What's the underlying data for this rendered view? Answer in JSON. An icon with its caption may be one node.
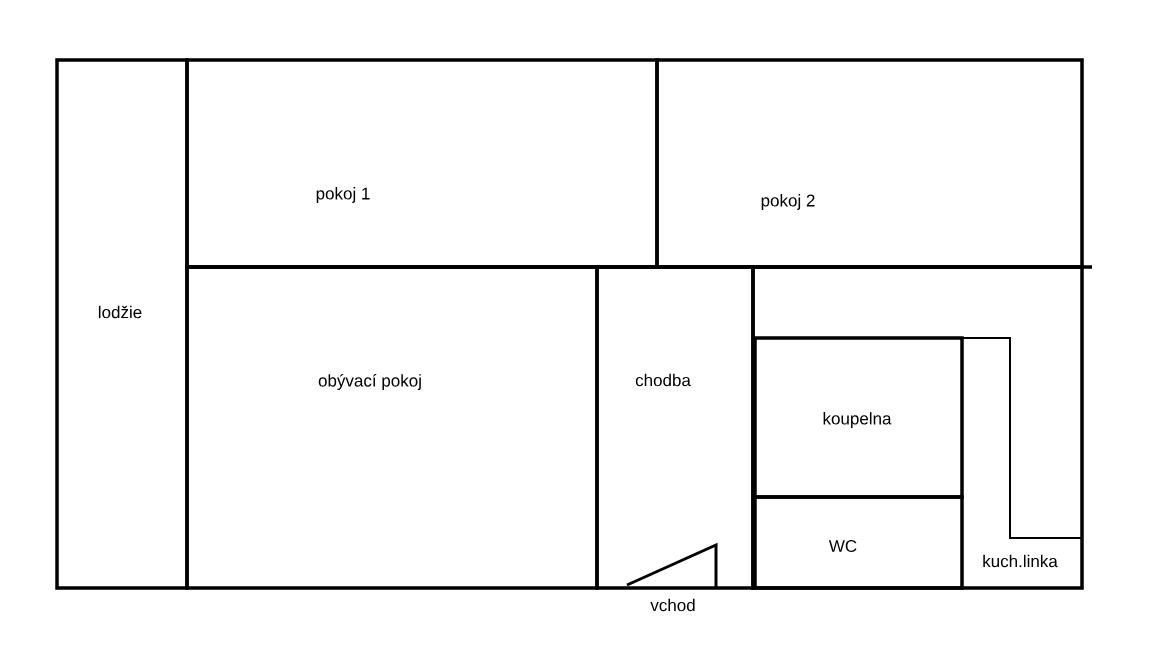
{
  "diagram": {
    "nodes": [
      {
        "text": [
          "lodžie"
        ]
      },
      {
        "text": [
          "pokoj 1"
        ]
      },
      {
        "text": [
          "pokoj 2"
        ]
      },
      {
        "text": [
          "obývací pokoj"
        ]
      },
      {
        "text": [
          "chodba"
        ]
      },
      {
        "text": [
          "koupelna"
        ]
      },
      {
        "text": [
          "WC"
        ]
      },
      {
        "text": [
          "kuch.linka"
        ]
      }
    ],
    "labels": [
      "vchod"
    ]
  }
}
